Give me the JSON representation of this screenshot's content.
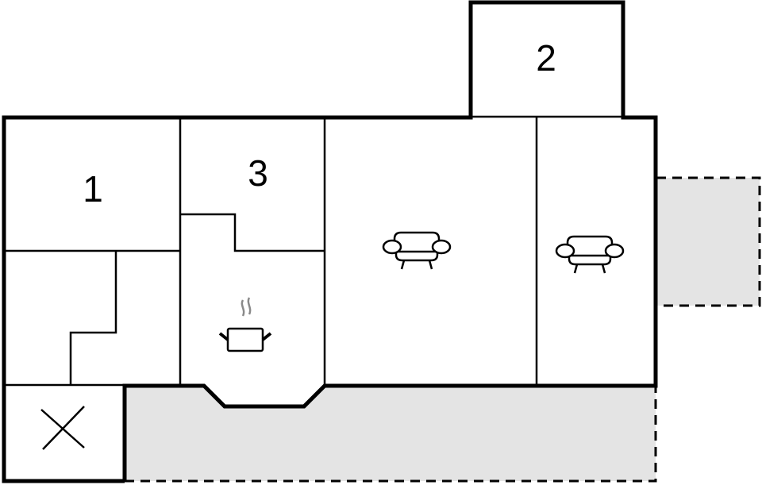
{
  "floorplan": {
    "colors": {
      "wall": "#000000",
      "background": "#ffffff",
      "terrace": "#e4e4e4",
      "steam": "#8a8a8a"
    },
    "rooms": [
      {
        "id": "bedroom-1",
        "label": "1"
      },
      {
        "id": "bedroom-2",
        "label": "2"
      },
      {
        "id": "bedroom-3",
        "label": "3"
      }
    ],
    "icons": [
      {
        "type": "kitchen-pot-icon",
        "room": "kitchen"
      },
      {
        "type": "sofa-icon",
        "room": "living-room"
      },
      {
        "type": "sofa-icon",
        "room": "living-room-2"
      },
      {
        "type": "cross-icon",
        "room": "entrance"
      }
    ],
    "terraces": [
      {
        "id": "south-terrace"
      },
      {
        "id": "east-terrace"
      }
    ]
  }
}
